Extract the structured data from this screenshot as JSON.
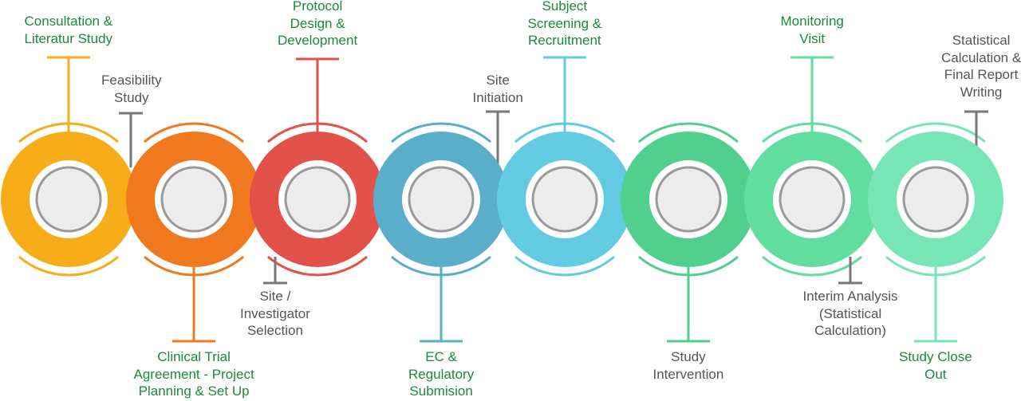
{
  "stages": [
    {
      "name": "stage-consultation",
      "color": "#f7ad19",
      "label_lines": [
        "Consultation &",
        "Literatur Study"
      ],
      "label_style": "green"
    },
    {
      "name": "stage-clinical-trial-agreement",
      "color": "#f07920",
      "label_lines": [
        "Clinical Trial",
        "Agreement - Project",
        "Planning & Set Up"
      ],
      "label_style": "green"
    },
    {
      "name": "stage-protocol-design",
      "color": "#e3524a",
      "label_lines": [
        "Protocol",
        "Design &",
        "Development"
      ],
      "label_style": "green"
    },
    {
      "name": "stage-ec-regulatory",
      "color": "#5aaec9",
      "label_lines": [
        "EC &",
        "Regulatory",
        "Submision"
      ],
      "label_style": "green"
    },
    {
      "name": "stage-subject-screening",
      "color": "#62cbe1",
      "label_lines": [
        "Subject",
        "Screening &",
        "Recruitment"
      ],
      "label_style": "green"
    },
    {
      "name": "stage-study-intervention",
      "color": "#50cf8e",
      "label_lines": [
        "Study",
        "Intervention"
      ],
      "label_style": "gray"
    },
    {
      "name": "stage-monitoring-visit",
      "color": "#62dda0",
      "label_lines": [
        "Monitoring",
        "Visit"
      ],
      "label_style": "green"
    },
    {
      "name": "stage-study-close-out",
      "color": "#78e6b4",
      "label_lines": [
        "Study Close",
        "Out"
      ],
      "label_style": "green"
    }
  ],
  "milestones": [
    {
      "name": "milestone-feasibility-study",
      "label_lines": [
        "Feasibility",
        "Study"
      ]
    },
    {
      "name": "milestone-site-investigator-selection",
      "label_lines": [
        "Site /",
        "Investigator",
        "Selection"
      ]
    },
    {
      "name": "milestone-site-initiation",
      "label_lines": [
        "Site",
        "Initiation"
      ]
    },
    {
      "name": "milestone-interim-analysis",
      "label_lines": [
        "Interim Analysis",
        "(Statistical",
        "Calculation)"
      ]
    },
    {
      "name": "milestone-statistical-calculation",
      "label_lines": [
        "Statistical",
        "Calculation &",
        "Final Report",
        "Writing"
      ]
    }
  ],
  "colors": {
    "connector_gray": "#777777",
    "inner_circle_fill": "#ececec",
    "inner_circle_ring": "#9a9a9a"
  }
}
